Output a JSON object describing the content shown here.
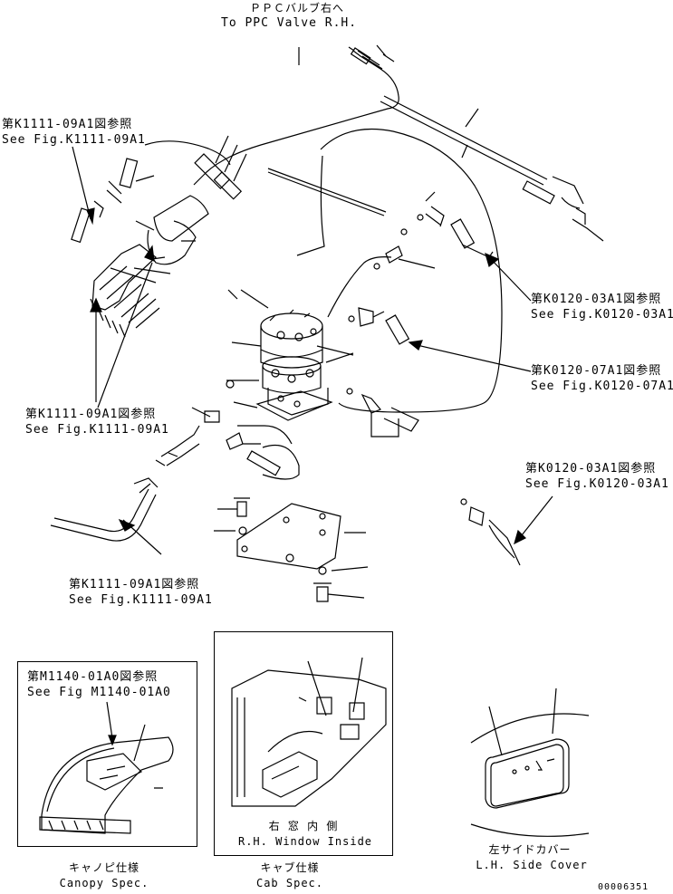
{
  "labels": {
    "ppc_jp": "ＰＰＣバルブ右へ",
    "ppc_en": "To PPC Valve R.H.",
    "k1111_a_jp": "第K1111-09A1図参照",
    "k1111_a_en": "See Fig.K1111-09A1",
    "k1111_b_jp": "第K1111-09A1図参照",
    "k1111_b_en": "See Fig.K1111-09A1",
    "k1111_c_jp": "第K1111-09A1図参照",
    "k1111_c_en": "See Fig.K1111-09A1",
    "k0120_03_a_jp": "第K0120-03A1図参照",
    "k0120_03_a_en": "See Fig.K0120-03A1",
    "k0120_07_jp": "第K0120-07A1図参照",
    "k0120_07_en": "See Fig.K0120-07A1",
    "k0120_03_b_jp": "第K0120-03A1図参照",
    "k0120_03_b_en": "See Fig.K0120-03A1",
    "m1140_jp": "第M1140-01A0図参照",
    "m1140_en": "See Fig M1140-01A0"
  },
  "insets": {
    "canopy_jp": "キャノピ仕様",
    "canopy_en": "Canopy Spec.",
    "cab_inner_jp": "右 窓 内 側",
    "cab_inner_en": "R.H. Window Inside",
    "cab_jp": "キャブ仕様",
    "cab_en": "Cab Spec.",
    "cover_jp": "左サイドカバー",
    "cover_en": "L.H. Side Cover"
  },
  "drawing_number": "00006351"
}
